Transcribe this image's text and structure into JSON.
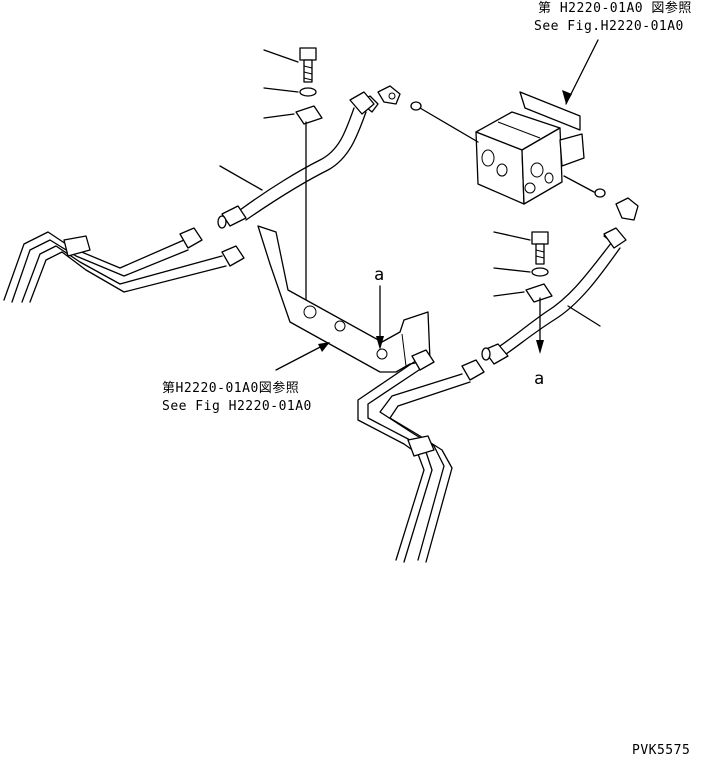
{
  "refs": {
    "top_right_jp": "第 H2220-01A0 図参照",
    "top_right_en": "See Fig.H2220-01A0",
    "middle_jp": "第H2220-01A0図参照",
    "middle_en": "See Fig H2220-01A0"
  },
  "markers": {
    "a_upper": "a",
    "a_lower": "a"
  },
  "drawing_code": "PVK5575",
  "icons": [
    "bolt-icon",
    "washer-icon",
    "clamp-icon",
    "valve-block-icon",
    "elbow-fitting-icon",
    "hose-icon",
    "tube-icon",
    "bracket-icon"
  ]
}
